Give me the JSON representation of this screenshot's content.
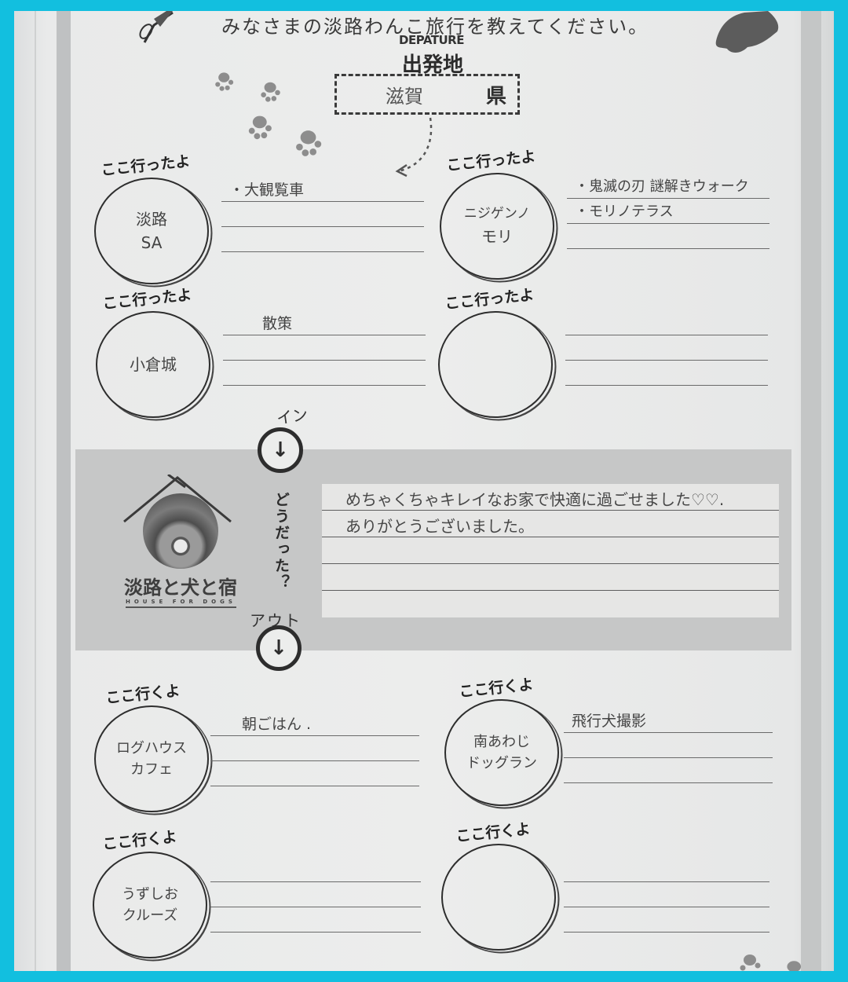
{
  "form": {
    "header": "みなさまの淡路わんこ旅行を教えてください。",
    "departure": {
      "label_en": "DEPATURE",
      "label_jp": "出発地",
      "value": "滋賀",
      "suffix": "県"
    },
    "visited_caption": "ここ行ったよ",
    "going_caption": "ここ行くよ",
    "visited": [
      {
        "place": [
          "淡路",
          "SA"
        ],
        "notes": [
          "・大観覧車",
          "",
          ""
        ]
      },
      {
        "place": [
          "ニジゲンノ",
          "モリ"
        ],
        "notes": [
          "・鬼滅の刃 謎解きウォーク",
          "・モリノテラス",
          ""
        ]
      },
      {
        "place": [
          "小倉城"
        ],
        "notes": [
          "散策",
          "",
          ""
        ]
      },
      {
        "place": [
          ""
        ],
        "notes": [
          "",
          "",
          ""
        ]
      }
    ],
    "stay": {
      "in_label": "イン",
      "out_label": "アウト",
      "arrow_glyph": "↓",
      "question": "どうだった？",
      "brand_jp": "淡路と犬と宿",
      "brand_en": "HOUSE FOR DOGS",
      "comments": [
        "めちゃくちゃキレイなお家で快適に過ごせました♡♡.",
        "ありがとうございました。",
        "",
        "",
        ""
      ]
    },
    "going": [
      {
        "place": [
          "ログハウス",
          "カフェ"
        ],
        "notes": [
          "朝ごはん .",
          "",
          ""
        ]
      },
      {
        "place": [
          "南あわじ",
          "ドッグラン"
        ],
        "notes": [
          "飛行犬撮影",
          "",
          ""
        ]
      },
      {
        "place": [
          "うずしお",
          "クルーズ"
        ],
        "notes": [
          "",
          "",
          ""
        ]
      },
      {
        "place": [
          ""
        ],
        "notes": [
          "",
          "",
          ""
        ]
      }
    ]
  },
  "colors": {
    "frame": "#12bfdf",
    "paper": "#ecedec",
    "stay_band": "#c6c7c7",
    "ink": "#2e2e2e"
  }
}
